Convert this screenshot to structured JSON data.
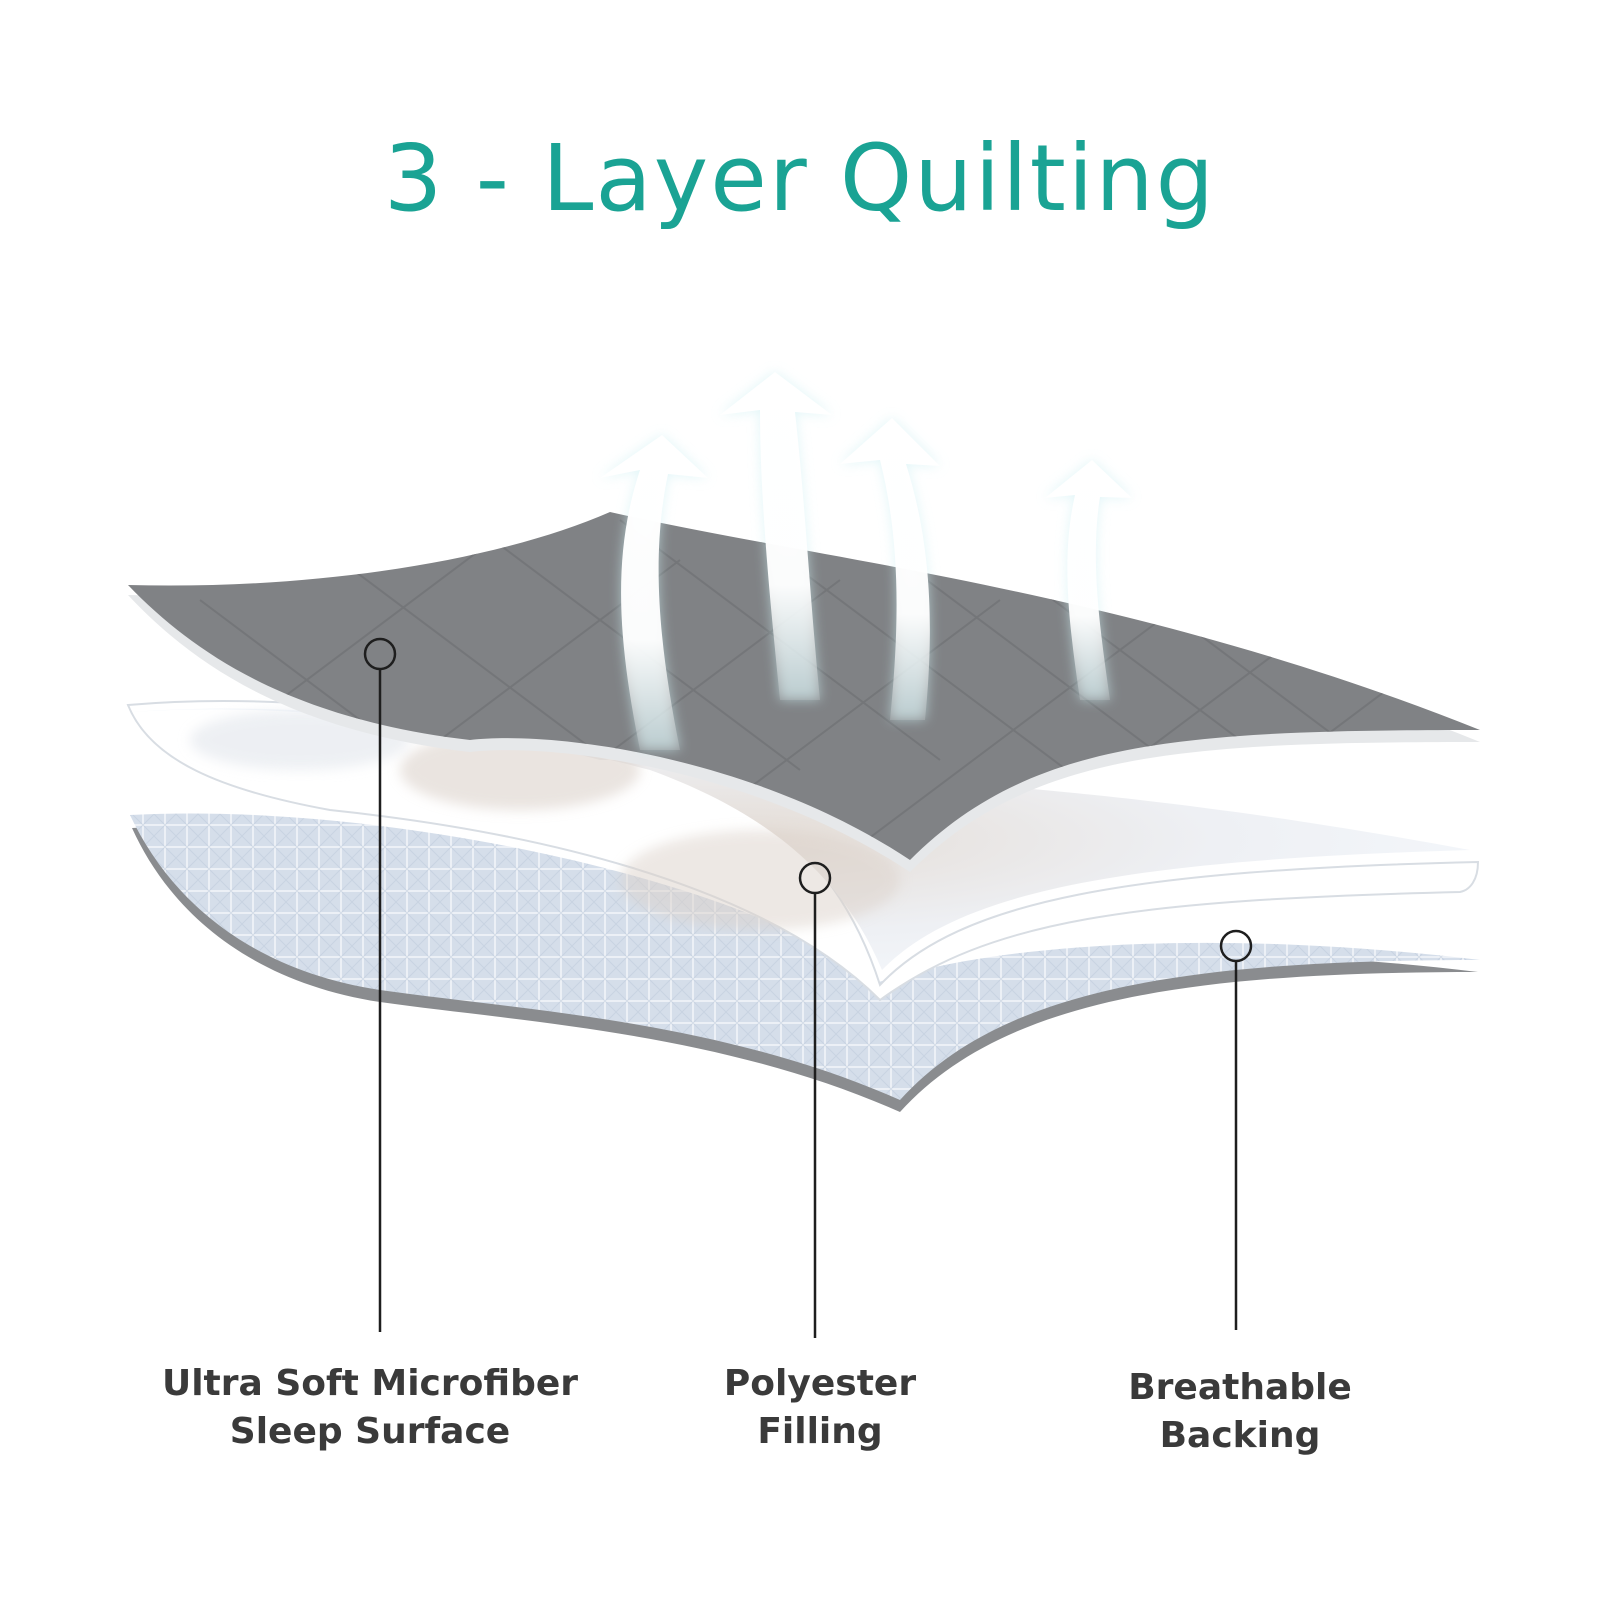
{
  "title": "3 - Layer Quilting",
  "colors": {
    "accent": "#1aa394",
    "top_layer": "#808285",
    "filling_layer": "#eef1f5",
    "backing_layer": "#d6dfea",
    "label_text": "#3a3a3a"
  },
  "layers": [
    {
      "id": "top",
      "line1": "Ultra Soft Microfiber",
      "line2": "Sleep Surface"
    },
    {
      "id": "filling",
      "line1": "Polyester",
      "line2": "Filling"
    },
    {
      "id": "backing",
      "line1": "Breathable",
      "line2": "Backing"
    }
  ],
  "icons": [
    "airflow-arrow-icon"
  ]
}
